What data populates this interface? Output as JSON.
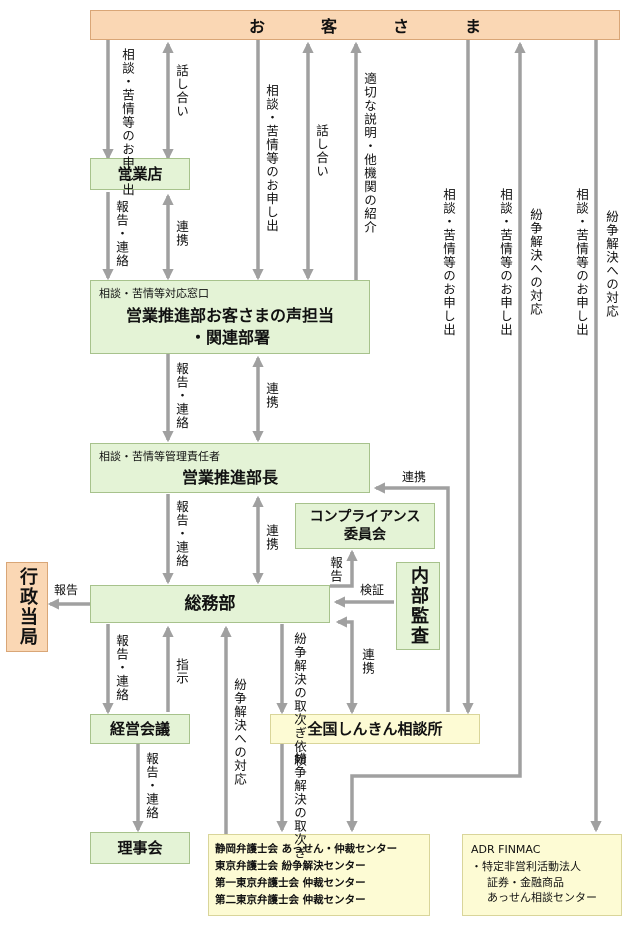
{
  "customers": {
    "chars": [
      "お",
      "客",
      "さ",
      "ま"
    ]
  },
  "nodes": {
    "eigyoten": "営業店",
    "madoguchi": {
      "sub": "相談・苦情等対応窓口",
      "line1": "営業推進部お客さまの声担当",
      "line2": "・関連部署"
    },
    "buchou": {
      "sub": "相談・苦情等管理責任者",
      "main": "営業推進部長"
    },
    "compliance": {
      "line1": "コンプライアンス",
      "line2": "委員会"
    },
    "soumu": "総務部",
    "naibu": "内部監査",
    "gyousei": "行政当局",
    "keiei": "経営会議",
    "rijikai": "理事会",
    "shinkin": "全国しんきん相談所",
    "bengoshi": [
      "静岡弁護士会 あっせん・仲裁センター",
      "東京弁護士会 紛争解決センター",
      "第一東京弁護士会 仲裁センター",
      "第二東京弁護士会 仲裁センター"
    ],
    "finmac": [
      "ADR FINMAC",
      "・特定非営利活動法人",
      "証券・金融商品",
      "あっせん相談センター"
    ]
  },
  "labels": {
    "moushide1": "相談・苦情等のお申し出",
    "hanashiai1": "話し合い",
    "moushide2": "相談・苦情等のお申し出",
    "hanashiai2": "話し合い",
    "tekisetsu": "適切な説明・他機関の紹介",
    "moushide3": "相談・苦情等のお申し出",
    "moushide4": "相談・苦情等のお申し出",
    "funsou1": "紛争解決への対応",
    "moushide5": "相談・苦情等のお申し出",
    "funsou2": "紛争解決への対応",
    "houkoku1": "報告・連絡",
    "renkei1": "連携",
    "houkoku2": "報告・連絡",
    "renkei2": "連携",
    "houkoku3": "報告・連絡",
    "renkei3": "連携",
    "renkei4": "連携",
    "houkoku4": "報告",
    "kenshou": "検証",
    "houkoku5": "報告",
    "houkoku6": "報告・連絡",
    "shiji": "指示",
    "funsou3": "紛争解決への対応",
    "toritsugi_irai": "紛争解決の取次ぎ依頼",
    "renkei5": "連携",
    "houkoku7": "報告・連絡",
    "toritsugi": "紛争解決の取次ぎ"
  },
  "colors": {
    "arrow": "#a0a0a0",
    "green": "#e4f3d6",
    "orange": "#fad7b4",
    "yellow": "#fdfbd4"
  }
}
